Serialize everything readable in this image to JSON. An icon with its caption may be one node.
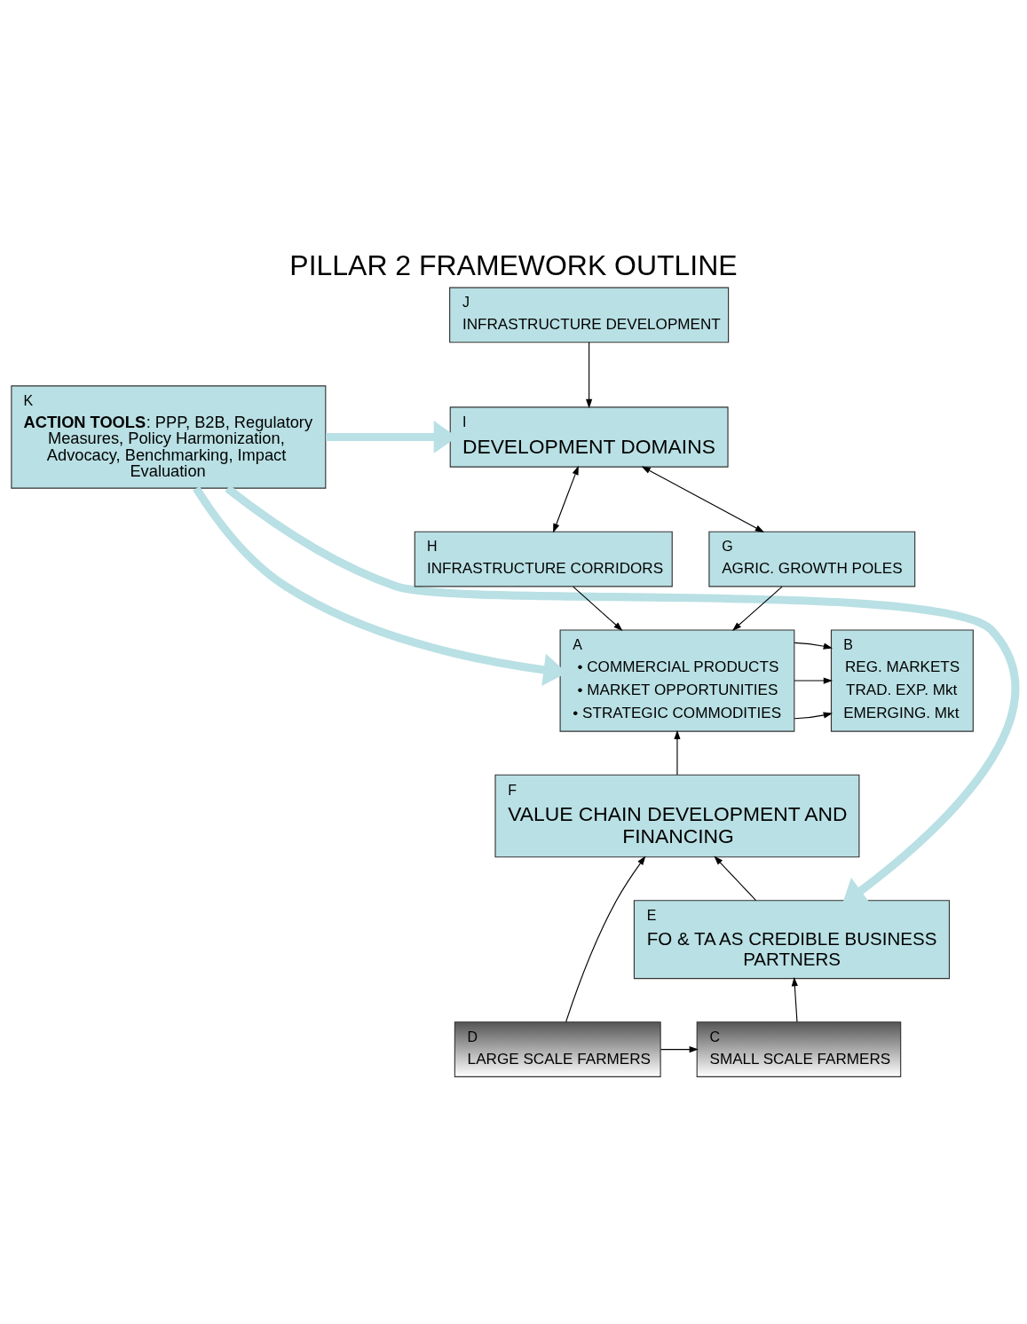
{
  "diagram": {
    "title": "PILLAR 2 FRAMEWORK OUTLINE",
    "nodes": [
      {
        "text": [
          "K",
          "**ACTION TOOLS**: PPP, B2B, Regulatory Measures, Policy Harmonization, Advocacy, Benchmarking, Impact Evaluation"
        ]
      },
      {
        "text": [
          "J",
          "INFRASTRUCTURE DEVELOPMENT"
        ]
      },
      {
        "text": [
          "I",
          "DEVELOPMENT DOMAINS"
        ]
      },
      {
        "text": [
          "H",
          "INFRASTRUCTURE CORRIDORS"
        ]
      },
      {
        "text": [
          "G",
          "AGRIC. GROWTH POLES"
        ]
      },
      {
        "text": [
          "A",
          "• COMMERCIAL PRODUCTS",
          "• MARKET OPPORTUNITIES",
          "• STRATEGIC COMMODITIES"
        ]
      },
      {
        "text": [
          "B",
          "REG. MARKETS",
          "TRAD. EXP. Mkt",
          "EMERGING. Mkt"
        ]
      },
      {
        "text": [
          "F",
          "VALUE CHAIN DEVELOPMENT AND FINANCING"
        ]
      },
      {
        "text": [
          "E",
          "FO & TA AS CREDIBLE BUSINESS PARTNERS"
        ]
      },
      {
        "text": [
          "C",
          "SMALL SCALE FARMERS"
        ]
      },
      {
        "text": [
          "D",
          "LARGE SCALE FARMERS"
        ]
      }
    ],
    "edges": [
      {
        "from": 1,
        "to": 2,
        "arrow": "to"
      },
      {
        "from": 2,
        "to": 3,
        "arrow": "both"
      },
      {
        "from": 2,
        "to": 4,
        "arrow": "both"
      },
      {
        "from": 3,
        "to": 5,
        "arrow": "to"
      },
      {
        "from": 4,
        "to": 5,
        "arrow": "to"
      },
      {
        "from": 5,
        "to": 6,
        "arrow": "to"
      },
      {
        "from": 5,
        "to": 6,
        "arrow": "to"
      },
      {
        "from": 5,
        "to": 6,
        "arrow": "to"
      },
      {
        "from": 7,
        "to": 5,
        "arrow": "to"
      },
      {
        "from": 8,
        "to": 7,
        "arrow": "to"
      },
      {
        "from": 10,
        "to": 7,
        "arrow": "to"
      },
      {
        "from": 9,
        "to": 8,
        "arrow": "to"
      },
      {
        "from": 10,
        "to": 9,
        "arrow": "to"
      },
      {
        "from": 0,
        "to": 2,
        "arrow": "to",
        "style": "thick",
        "color": "#b9e0e4"
      },
      {
        "from": 0,
        "to": 5,
        "arrow": "to",
        "style": "thick",
        "color": "#b9e0e4"
      },
      {
        "from": 0,
        "to": 8,
        "arrow": "to",
        "style": "thick",
        "color": "#b9e0e4"
      }
    ]
  }
}
